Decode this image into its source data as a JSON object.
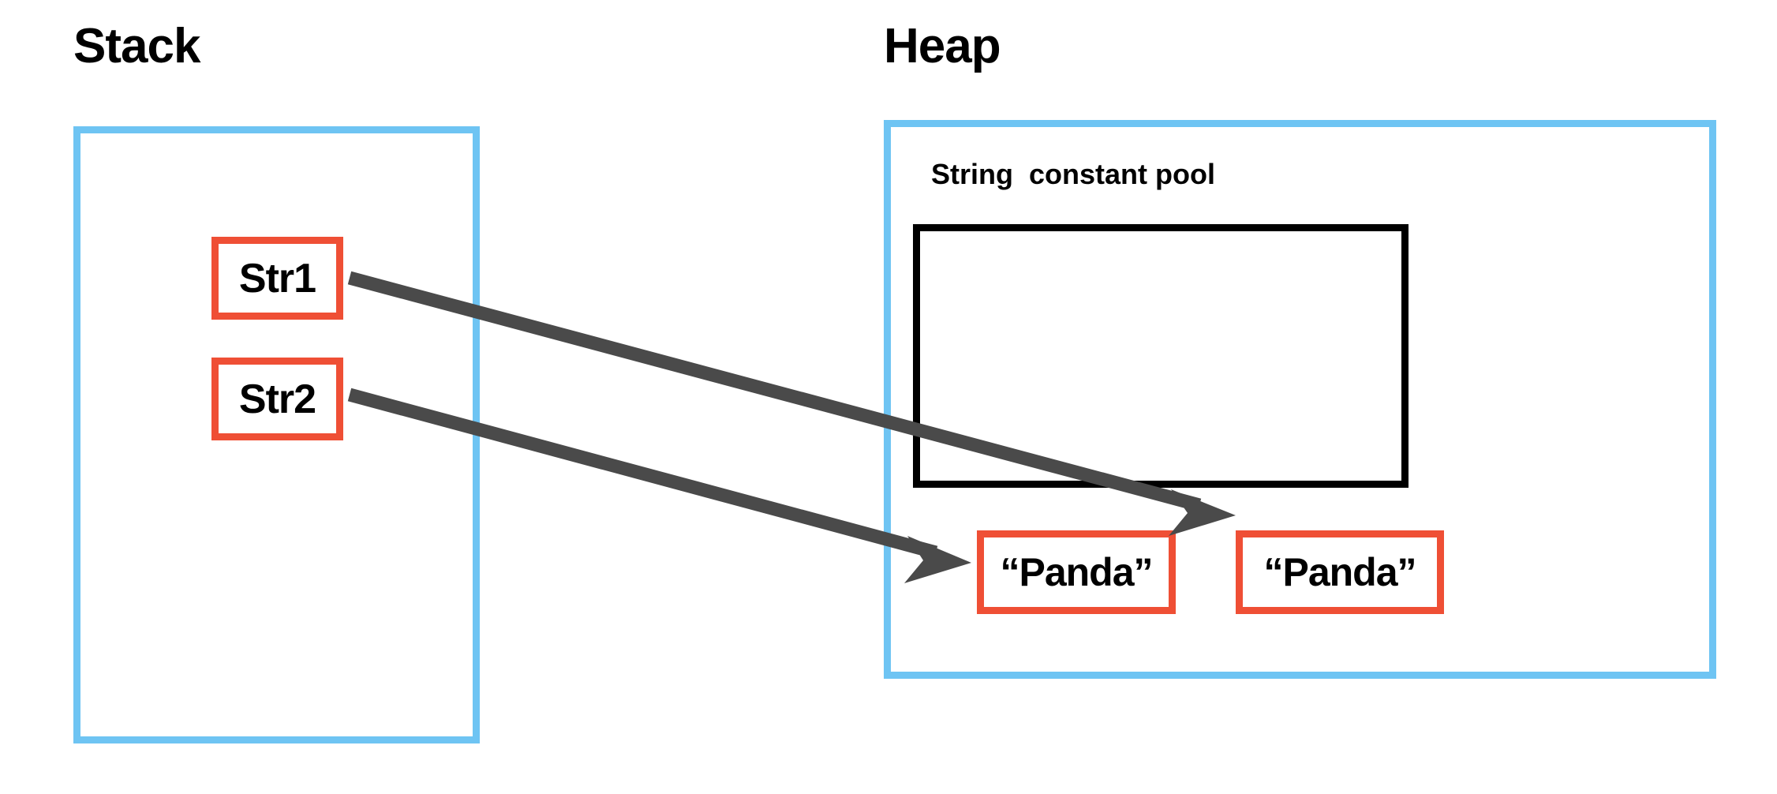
{
  "diagram": {
    "title_stack": "Stack",
    "title_heap": "Heap",
    "pool_label": "String  constant pool",
    "colors": {
      "region_border": "#6ec4f3",
      "box_border": "#ef4f35",
      "pool_border": "#000000",
      "arrow": "#4a4a4a",
      "text": "#000000",
      "background": "#ffffff"
    },
    "stack": {
      "variables": [
        {
          "label": "Str1"
        },
        {
          "label": "Str2"
        }
      ]
    },
    "heap": {
      "values": [
        {
          "label": "“Panda”"
        },
        {
          "label": "“Panda”"
        }
      ]
    },
    "arrows": [
      {
        "from": "Str1",
        "to": "heap-value-pooled"
      },
      {
        "from": "Str2",
        "to": "heap-value-new"
      }
    ]
  }
}
